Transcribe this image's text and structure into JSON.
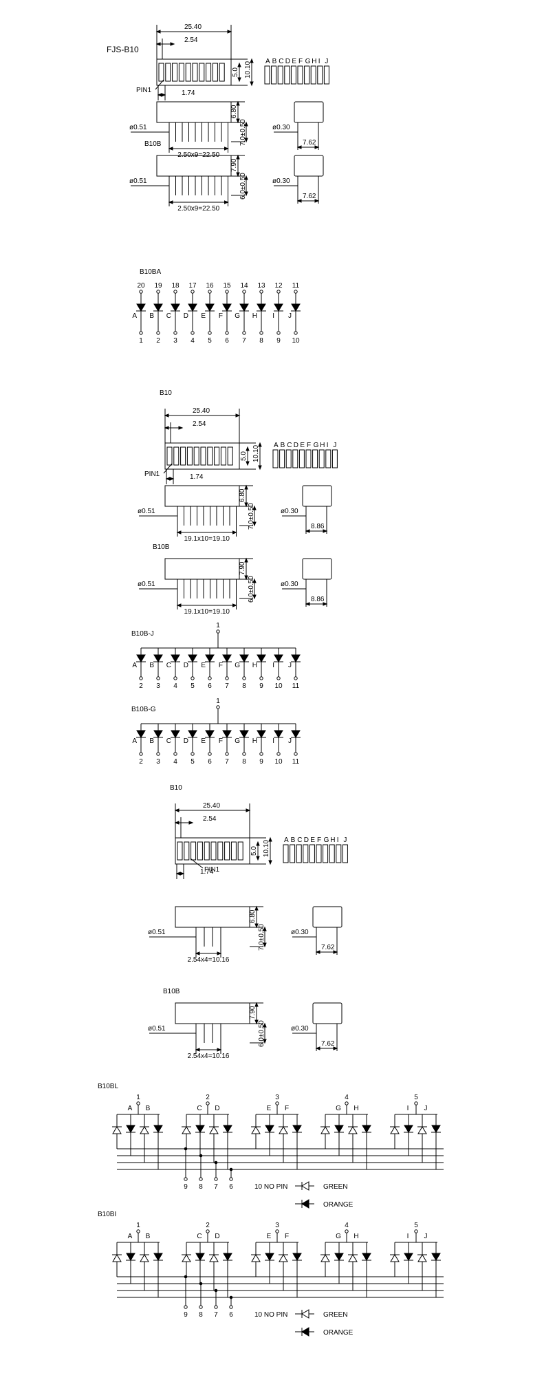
{
  "title": "FJS-B10",
  "letters": [
    "A",
    "B",
    "C",
    "D",
    "E",
    "F",
    "G",
    "H",
    "I",
    "J"
  ],
  "sections": [
    {
      "top": {
        "label": "",
        "dim_width": "25.40",
        "dim_pitch": "2.54",
        "dim_h_inner": "5.0",
        "dim_h_outer": "10.10",
        "dim_pin1_offset": "1.74",
        "pin1_label": "PIN1"
      },
      "side1": {
        "label": "",
        "dim_top": "6.80",
        "dim_total": "7.0±0.50",
        "pin_dia": "ø0.51",
        "pin_span": "2.50x9=22.50",
        "end_dia": "ø0.30",
        "end_w": "7.62"
      },
      "side2": {
        "label": "B10B",
        "dim_top": "7.90",
        "dim_total": "6.0±0.50",
        "pin_dia": "ø0.51",
        "pin_span": "2.50x9=22.50",
        "end_dia": "ø0.30",
        "end_w": "7.62"
      },
      "circuit": {
        "label": "B10BA",
        "top_pins": [
          "20",
          "19",
          "18",
          "17",
          "16",
          "15",
          "14",
          "13",
          "12",
          "11"
        ],
        "bottom_pins": [
          "1",
          "2",
          "3",
          "4",
          "5",
          "6",
          "7",
          "8",
          "9",
          "10"
        ]
      }
    },
    {
      "top": {
        "label": "B10",
        "dim_width": "25.40",
        "dim_pitch": "2.54",
        "dim_h_inner": "5.0",
        "dim_h_outer": "10.10",
        "dim_pin1_offset": "1.74",
        "pin1_label": "PIN1"
      },
      "side1": {
        "label": "",
        "dim_top": "6.80",
        "dim_total": "7.0±0.50",
        "pin_dia": "ø0.51",
        "pin_span": "19.1x10=19.10",
        "end_dia": "ø0.30",
        "end_w": "8.86"
      },
      "side2": {
        "label": "B10B",
        "dim_top": "7.90",
        "dim_total": "6.0±0.50",
        "pin_dia": "ø0.51",
        "pin_span": "19.1x10=19.10",
        "end_dia": "ø0.30",
        "end_w": "8.86"
      },
      "circuit_j": {
        "label": "B10B-J",
        "common_pin": "1",
        "bottom_pins": [
          "2",
          "3",
          "4",
          "5",
          "6",
          "7",
          "8",
          "9",
          "10",
          "11"
        ]
      },
      "circuit_g": {
        "label": "B10B-G",
        "common_pin": "1",
        "bottom_pins": [
          "2",
          "3",
          "4",
          "5",
          "6",
          "7",
          "8",
          "9",
          "10",
          "11"
        ]
      }
    },
    {
      "top": {
        "label": "B10",
        "dim_width": "25.40",
        "dim_pitch": "2.54",
        "dim_h_inner": "5.0",
        "dim_h_outer": "10.10",
        "dim_pin1_offset": "1.74",
        "pin1_label": "PIN1"
      },
      "side1": {
        "label": "",
        "dim_top": "6.80",
        "dim_total": "7.0±0.50",
        "pin_dia": "ø0.51",
        "pin_span": "2.54x4=10.16",
        "end_dia": "ø0.30",
        "end_w": "7.62"
      },
      "side2": {
        "label": "B10B",
        "dim_top": "7.90",
        "dim_total": "6.0±0.50",
        "pin_dia": "ø0.51",
        "pin_span": "2.54x4=10.16",
        "end_dia": "ø0.30",
        "end_w": "7.62"
      },
      "circuits": [
        {
          "label": "B10BL",
          "groups": [
            [
              "1",
              "A",
              "B"
            ],
            [
              "2",
              "C",
              "D"
            ],
            [
              "3",
              "E",
              "F"
            ],
            [
              "4",
              "G",
              "H"
            ],
            [
              "5",
              "I",
              "J"
            ]
          ],
          "bottom_pins": [
            "9",
            "8",
            "7",
            "6"
          ],
          "no_pin": "10 NO PIN",
          "legend": [
            "GREEN",
            "ORANGE"
          ]
        },
        {
          "label": "B10BI",
          "groups": [
            [
              "1",
              "A",
              "B"
            ],
            [
              "2",
              "C",
              "D"
            ],
            [
              "3",
              "E",
              "F"
            ],
            [
              "4",
              "G",
              "H"
            ],
            [
              "5",
              "I",
              "J"
            ]
          ],
          "bottom_pins": [
            "9",
            "8",
            "7",
            "6"
          ],
          "no_pin": "10 NO PIN",
          "legend": [
            "GREEN",
            "ORANGE"
          ]
        }
      ]
    }
  ]
}
